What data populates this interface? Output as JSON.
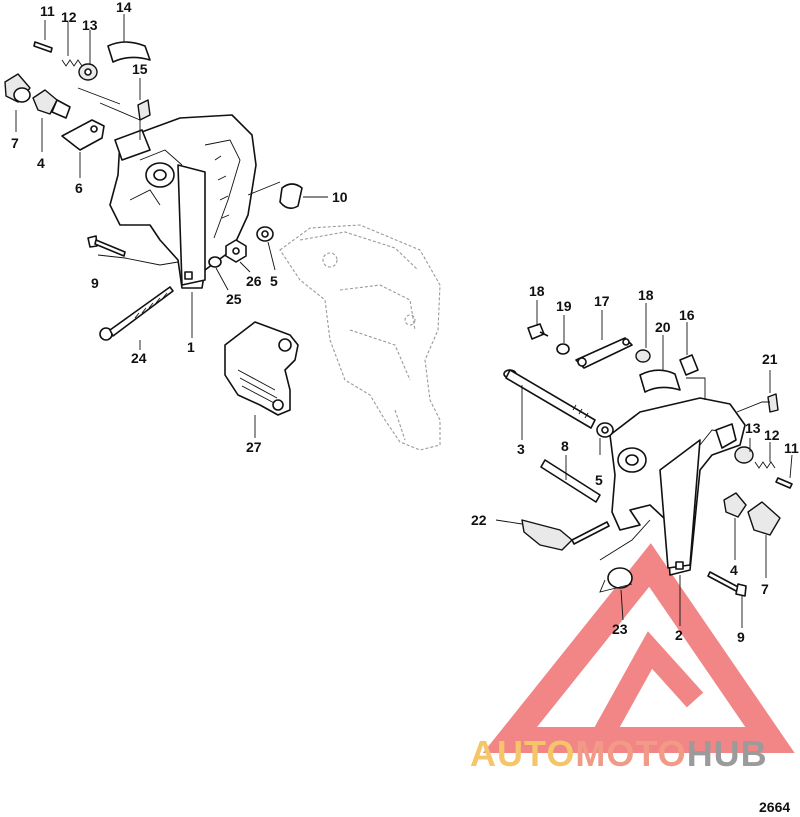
{
  "diagram_id": "2664",
  "watermark": {
    "part1": "AUTO",
    "part2": "MOTO",
    "part3": "HUB",
    "colors": {
      "auto": "#f5c56a",
      "moto": "#f29a88",
      "hub": "#9b9b9b",
      "triangle": "#f07070"
    }
  },
  "callouts": {
    "c1": "1",
    "c2": "2",
    "c3": "3",
    "c4a": "4",
    "c4b": "4",
    "c5a": "5",
    "c5b": "5",
    "c6": "6",
    "c7a": "7",
    "c7b": "7",
    "c8": "8",
    "c9a": "9",
    "c9b": "9",
    "c10": "10",
    "c11a": "11",
    "c11b": "11",
    "c12a": "12",
    "c12b": "12",
    "c13a": "13",
    "c13b": "13",
    "c14": "14",
    "c15": "15",
    "c16": "16",
    "c17": "17",
    "c18a": "18",
    "c18b": "18",
    "c19": "19",
    "c20": "20",
    "c21": "21",
    "c22": "22",
    "c23": "23",
    "c24": "24",
    "c25": "25",
    "c26": "26",
    "c27": "27"
  }
}
